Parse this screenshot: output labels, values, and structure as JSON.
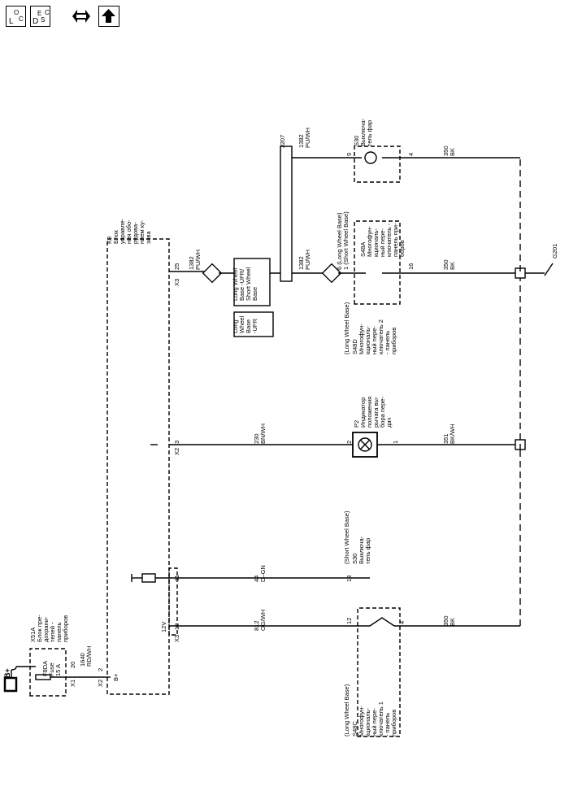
{
  "nav": {
    "loc": {
      "main": "L",
      "sub1": "O",
      "sub2": "C"
    },
    "desc": {
      "main": "D",
      "sub1": "E",
      "sub2": "S",
      "sub3": "C"
    }
  },
  "diagram": {
    "battery_label": "B+",
    "x51a_title": [
      "X51A",
      "Блок пре-",
      "дохрани-",
      "телей -",
      "панель",
      "приборов"
    ],
    "fuse_labels": [
      "F8DA",
      "Fuse",
      "15 A"
    ],
    "x51a_pin": "20",
    "x51a_x1": "X1",
    "x51a_x2": "X2",
    "x51a_pin2": "2",
    "bplus_label": "B+",
    "wire_1640": [
      "1640",
      "RD/WH"
    ],
    "k9_title": [
      "K9",
      "Блок",
      "управле-",
      "ния обо-",
      "рудова-",
      "нием ку-",
      "зова"
    ],
    "twelve_v": "12V",
    "x3_a": "X3",
    "pin_11": "11",
    "pin_12": "12",
    "wire_44": [
      "44",
      "D–GN"
    ],
    "wire_812": [
      "812",
      "OG/WH"
    ],
    "pin_13": "13",
    "pin_12b": "12",
    "pin_4a": "4",
    "s48c_title": [
      "(Long Wheel Base)",
      "S48C",
      "Многофун-",
      "кциональ-",
      "ный пере-",
      "ключатель 1",
      "- панель",
      "приборов"
    ],
    "s30_lower_title": [
      "(Short Wheel Base)",
      "S30",
      "Выключа-",
      "тель фар"
    ],
    "wire_350_lower": [
      "350",
      "BK"
    ],
    "x2_b": "X2",
    "pin_3": "3",
    "wire_230": [
      "230",
      "BN/WH"
    ],
    "pin_2": "2",
    "pin_1": "1",
    "p2_title": [
      "P2",
      "Индикатор",
      "положения",
      "рычага вы-",
      "бора пере-",
      "дач"
    ],
    "wire_351": [
      "351",
      "BK/WH"
    ],
    "x3_b": "X3",
    "pin_25": "25",
    "wire_1382_a": [
      "1382",
      "PU/WH"
    ],
    "opt_lwb_ufr_swb": [
      "Long Wheel",
      "Base -UFR/",
      "Short Wheel",
      "Base"
    ],
    "opt_lwb_ufr": [
      "Long",
      "Wheel",
      "Base",
      "-UFR"
    ],
    "wire_1382_b": [
      "1382",
      "PU/WH"
    ],
    "pin_6_text": [
      "6 (Long Wheel Base)",
      "1 (Short Wheel Base)"
    ],
    "s48a_title": [
      "S48A",
      "Многофун-",
      "кциональ-",
      "ный пере-",
      "ключатель -",
      "панель при-",
      "боров"
    ],
    "s48d_title": [
      "(Long Wheel Base)",
      "S48D",
      "Многофун-",
      "кциональ-",
      "ный пере-",
      "ключатель 2",
      "- панель",
      "приборов"
    ],
    "pin_16": "16",
    "wire_350_mid": [
      "350",
      "BK"
    ],
    "g201": "G201",
    "j207": "J207",
    "wire_1382_c": [
      "1382",
      "PU/WH"
    ],
    "pin_9": "9",
    "pin_4b": "4",
    "s30_upper_title": [
      "S30",
      "Выключа-",
      "тель фар"
    ],
    "wire_350_upper": [
      "350",
      "BK"
    ]
  }
}
